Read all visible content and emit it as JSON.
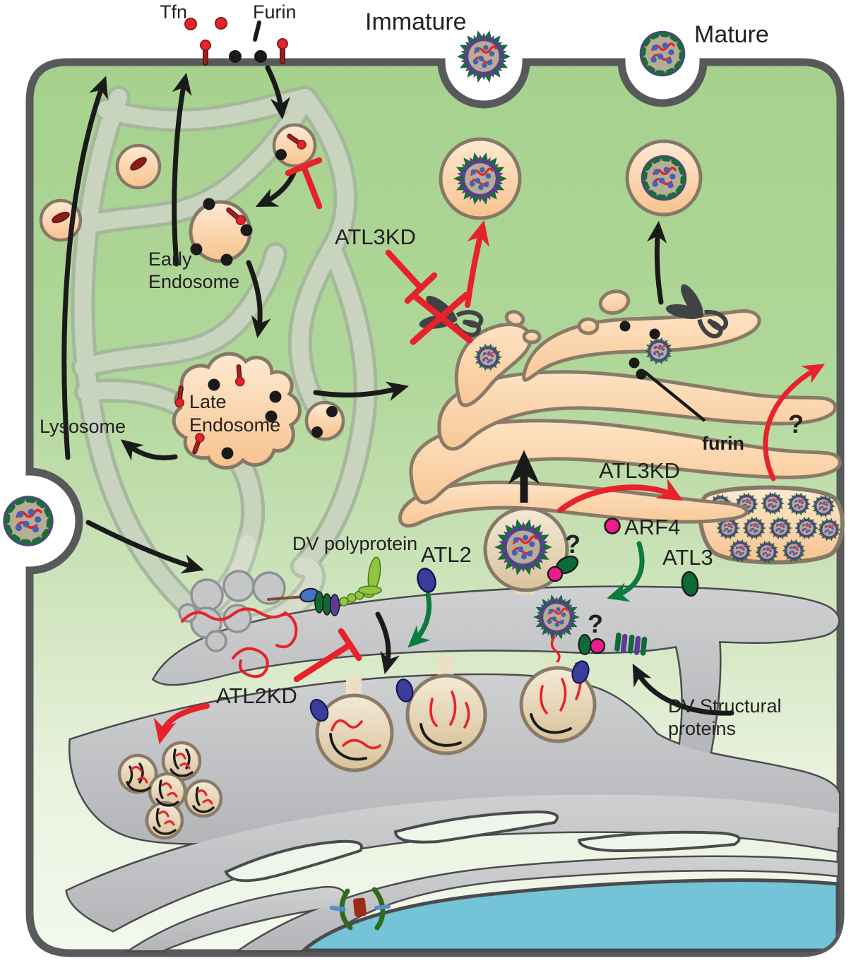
{
  "title": "Dengue virus lifecycle and atlastin functions in a host cell",
  "extracellular": {
    "tfn": "Tfn",
    "furin": "Furin",
    "immature": "Immature",
    "mature": "Mature"
  },
  "organelles": {
    "early_endosome": [
      "Early",
      "Endosome"
    ],
    "late_endosome": [
      "Late",
      "Endosome"
    ],
    "lysosome": "Lysosome",
    "golgi_furin": "furin"
  },
  "annotations": {
    "atl3kd_endosome_block": "ATL3KD",
    "atl3kd_exit": "ATL3KD",
    "atl2": "ATL2",
    "atl2kd": "ATL2KD",
    "atl3": "ATL3",
    "arf4": "ARF4",
    "dv_polyprotein": "DV polyprotein",
    "dv_structural": [
      "DV Structural",
      "proteins"
    ],
    "q_exit": "?",
    "q_budding": "?",
    "q_lumen": "?"
  },
  "colors": {
    "membrane": "#58595b",
    "cytoplasm_top": "#a6d18d",
    "cytoplasm_bottom": "#f3f8ee",
    "endosome_fill": "#fbdcb6",
    "organelle_stroke": "#857868",
    "tubule_fill": "#c9d4bf",
    "tubule_edge": "#a6b89c",
    "er_fill": "#c6c7c9",
    "er_stroke": "#4b4b4d",
    "vesicle_tan": "#ecdcbd",
    "golgi_fill": "#fbd3a4",
    "inhibit_red": "#e8222a",
    "arrow_black": "#1a1a1a",
    "arrow_green": "#0c7b3f",
    "virus_purple": "#5f3a97",
    "virus_green": "#1c6b3a",
    "virus_core": "#b7ac96",
    "rna_red": "#e8222a",
    "capsid_blue": "#4064b5",
    "arf4_magenta": "#ec1c8f",
    "atl2_blue": "#3a3d9b",
    "nucleus_blue": "#74c3d6",
    "pore_red": "#9e2b18"
  }
}
